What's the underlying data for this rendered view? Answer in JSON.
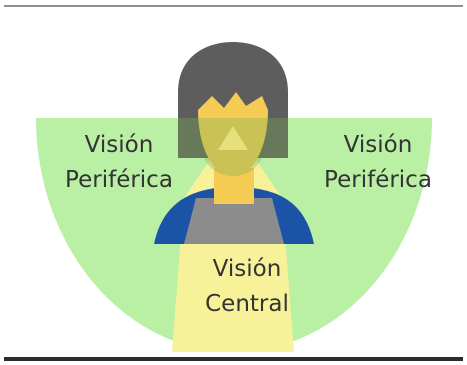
{
  "labels": {
    "left_line1": "Visión",
    "left_line2": "Periférica",
    "right_line1": "Visión",
    "right_line2": "Periférica",
    "center_line1": "Visión",
    "center_line2": "Central"
  },
  "colors": {
    "peripheral_field": "#b9f0a4",
    "central_field": "#f7f29a",
    "hair": "#5d5d5d",
    "skin": "#f5cc53",
    "shirt_grey": "#8c8c8c",
    "shoulders_blue": "#1b54a7",
    "frame_line": "#2b2b2b"
  },
  "icons": {
    "person": "person-head-and-shoulders-icon"
  }
}
